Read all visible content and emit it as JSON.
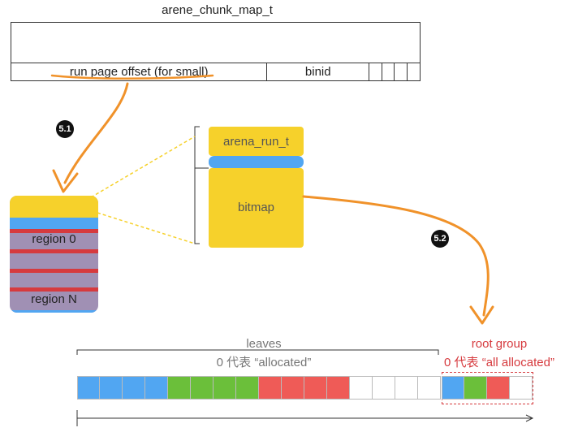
{
  "struct": {
    "title": "arene_chunk_map_t",
    "run_page_offset": "run page offset (for small)",
    "binid": "binid"
  },
  "chunk": {
    "region0": "region 0",
    "regionN": "region N"
  },
  "run": {
    "title": "arena_run_t",
    "bitmap": "bitmap"
  },
  "steps": {
    "step1": "5.1",
    "step2": "5.2"
  },
  "leaves": {
    "label": "leaves",
    "meaning": "0 代表 “allocated”",
    "cells": [
      "blue",
      "blue",
      "blue",
      "blue",
      "green",
      "green",
      "green",
      "green",
      "red",
      "red",
      "red",
      "red",
      "white",
      "white",
      "white",
      "white"
    ]
  },
  "root": {
    "label": "root group",
    "meaning": "0 代表 “all allocated”",
    "cells": [
      "blue",
      "green",
      "red",
      "white"
    ]
  },
  "colors": {
    "yellow": "#f6d12b",
    "blue": "#51a6f2",
    "green": "#6bbf3a",
    "red": "#ef5b57",
    "white": "#ffffff",
    "purple": "#a090b4",
    "orange": "#f0922a",
    "dark_red": "#d63a3e"
  }
}
